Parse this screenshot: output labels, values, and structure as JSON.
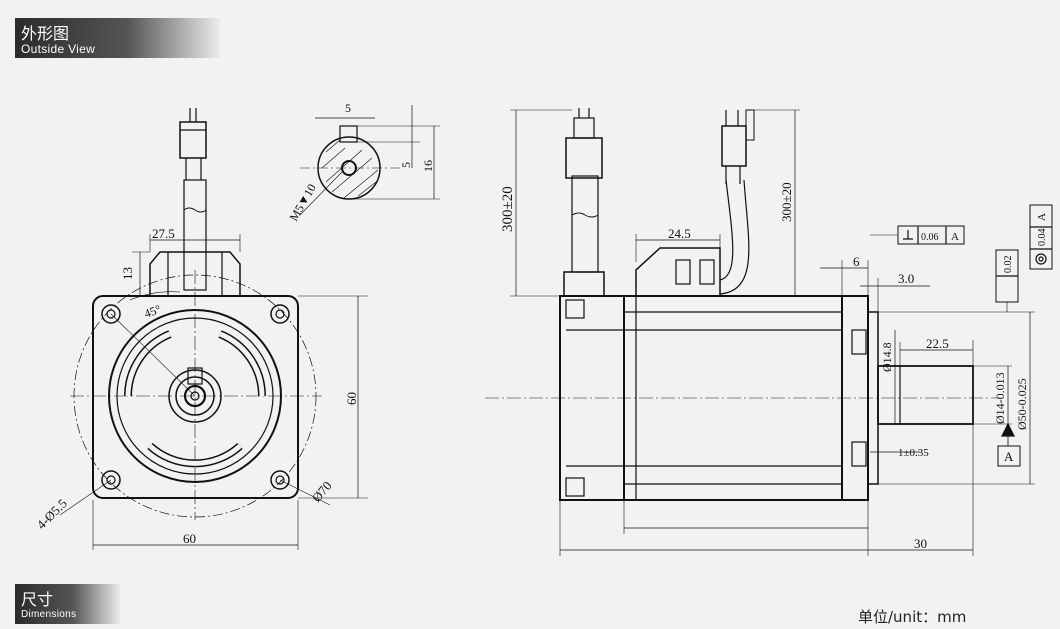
{
  "header": {
    "title_cn": "外形图",
    "title_en": "Outside View"
  },
  "footer": {
    "title_cn": "尺寸",
    "title_en": "Dimensions",
    "unit_note": "单位/unit：mm"
  },
  "front_view": {
    "dim_width": "60",
    "dim_height": "60",
    "dim_flange_width": "27.5",
    "dim_connector_height": "13",
    "dim_angle": "45°",
    "dim_bolt_circle": "Ø70",
    "dim_holes": "4-Ø5.5"
  },
  "shaft_section": {
    "dim_key_width": "5",
    "dim_key_depth": "5",
    "dim_shaft_height": "16",
    "dim_thread": "M5▼10"
  },
  "side_view": {
    "dim_cable_left": "300±20",
    "dim_cable_right": "300±20",
    "dim_connector_width": "24.5",
    "dim_flange_thickness": "6",
    "dim_flange_edge": "3.0",
    "dim_shaft_length": "22.5",
    "dim_shoulder": "Ø14.8",
    "dim_shaft_dia": "Ø14-0.013",
    "dim_pilot_dia": "Ø50-0.025",
    "dim_gap": "1±0.35",
    "dim_total": "30",
    "tol_perp_value": "0.06",
    "tol_perp_ref": "A",
    "tol_runout_value": "0.02",
    "tol_conc_value": "0.04",
    "tol_conc_ref": "A",
    "datum_label": "A"
  }
}
